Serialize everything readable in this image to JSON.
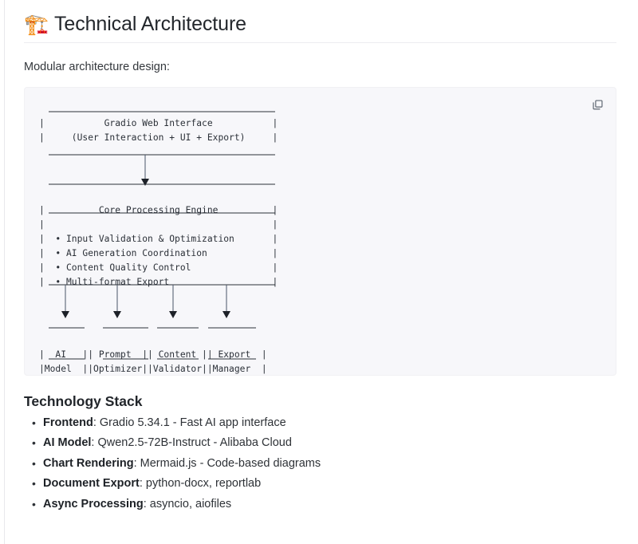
{
  "header": {
    "emoji": "🏗️",
    "emoji_name": "building-construction-emoji",
    "title": "Technical Architecture"
  },
  "intro": "Modular architecture design:",
  "codeblock": {
    "copy_icon": "copy-icon",
    "language": "text",
    "diagram": {
      "type": "ascii-architecture",
      "nodes": [
        {
          "id": "gradio-web-interface",
          "lines": [
            "Gradio Web Interface",
            "(User Interaction + UI + Export)"
          ]
        },
        {
          "id": "core-processing-engine",
          "title": "Core Processing Engine",
          "items": [
            "Input Validation & Optimization",
            "AI Generation Coordination",
            "Content Quality Control",
            "Multi-format Export"
          ]
        },
        {
          "id": "ai-model",
          "lines": [
            "AI",
            "Model"
          ]
        },
        {
          "id": "prompt-optimizer",
          "lines": [
            "Prompt",
            "Optimizer"
          ]
        },
        {
          "id": "content-validator",
          "lines": [
            "Content",
            "Validator"
          ]
        },
        {
          "id": "export-manager",
          "lines": [
            "Export",
            "Manager"
          ]
        }
      ],
      "edges": [
        {
          "from": "gradio-web-interface",
          "to": "core-processing-engine"
        },
        {
          "from": "core-processing-engine",
          "to": "ai-model"
        },
        {
          "from": "core-processing-engine",
          "to": "prompt-optimizer"
        },
        {
          "from": "core-processing-engine",
          "to": "content-validator"
        },
        {
          "from": "core-processing-engine",
          "to": "export-manager"
        }
      ],
      "text": "┌─────────────────────────────────────┐\n|         Gradio Web Interface        |\n|   (User Interaction + UI + Export)  |\n└─────────────────────────────────────┘\n                   |\n                   v\n┌─────────────────────────────────────┐\n|        Core Processing Engine       |\n├─────────────────────────────────────┤\n|  • Input Validation & Optimization  |\n|  • AI Generation Coordination       |\n|  • Content Quality Control          |\n|  • Multi-format Export              |\n└─────────────────────────────────────┘\n     |        |         |         |\n     v        v         v         v\n┌────────┐┌─────────┐┌─────────┐┌─────────┐\n|   AI   ||  Prompt ||Content  ||Export   |\n| Model  ||Optimizer||Validator||Manager  |\n└────────┘└─────────┘└─────────┘└─────────┘"
    }
  },
  "tech_stack": {
    "title": "Technology Stack",
    "items": [
      {
        "label": "Frontend",
        "value": "Gradio 5.34.1 - Fast AI app interface"
      },
      {
        "label": "AI Model",
        "value": "Qwen2.5-72B-Instruct - Alibaba Cloud"
      },
      {
        "label": "Chart Rendering",
        "value": "Mermaid.js - Code-based diagrams"
      },
      {
        "label": "Document Export",
        "value": "python-docx, reportlab"
      },
      {
        "label": "Async Processing",
        "value": "asyncio, aiofiles"
      }
    ]
  },
  "colors": {
    "background": "#ffffff",
    "code_background": "#f7f7fa",
    "text": "#2e3237",
    "mono_text": "#2b3038",
    "divider": "#ececf0"
  }
}
